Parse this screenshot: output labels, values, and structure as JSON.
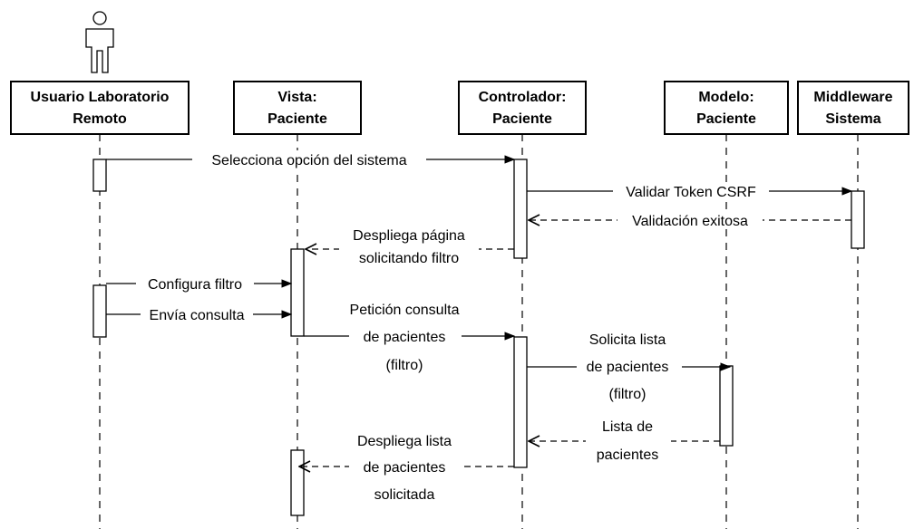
{
  "diagram": {
    "participants": [
      {
        "id": "usuario",
        "line1": "Usuario Laboratorio",
        "line2": "Remoto",
        "is_actor": true
      },
      {
        "id": "vista",
        "line1": "Vista:",
        "line2": "Paciente"
      },
      {
        "id": "controlador",
        "line1": "Controlador:",
        "line2": "Paciente"
      },
      {
        "id": "modelo",
        "line1": "Modelo:",
        "line2": "Paciente"
      },
      {
        "id": "middleware",
        "line1": "Middleware",
        "line2": "Sistema"
      }
    ],
    "messages": [
      {
        "id": "m1",
        "from": "usuario",
        "to": "controlador",
        "style": "solid",
        "lines": [
          "Selecciona opción del sistema"
        ]
      },
      {
        "id": "m2",
        "from": "controlador",
        "to": "middleware",
        "style": "solid",
        "lines": [
          "Validar Token CSRF"
        ]
      },
      {
        "id": "m3",
        "from": "middleware",
        "to": "controlador",
        "style": "dashed",
        "lines": [
          "Validación exitosa"
        ]
      },
      {
        "id": "m4",
        "from": "controlador",
        "to": "vista",
        "style": "dashed",
        "lines": [
          "Despliega página",
          "solicitando filtro"
        ]
      },
      {
        "id": "m5",
        "from": "usuario",
        "to": "vista",
        "style": "solid",
        "lines": [
          "Configura filtro"
        ]
      },
      {
        "id": "m6",
        "from": "usuario",
        "to": "vista",
        "style": "solid",
        "lines": [
          "Envía consulta"
        ]
      },
      {
        "id": "m7",
        "from": "vista",
        "to": "controlador",
        "style": "solid",
        "lines": [
          "Petición consulta",
          "de pacientes",
          "(filtro)"
        ]
      },
      {
        "id": "m8",
        "from": "controlador",
        "to": "modelo",
        "style": "solid",
        "lines": [
          "Solicita lista",
          "de pacientes",
          "(filtro)"
        ]
      },
      {
        "id": "m9",
        "from": "modelo",
        "to": "controlador",
        "style": "dashed",
        "lines": [
          "Lista de",
          "pacientes"
        ]
      },
      {
        "id": "m10",
        "from": "controlador",
        "to": "vista",
        "style": "dashed",
        "lines": [
          "Despliega lista",
          "de pacientes",
          "solicitada"
        ]
      }
    ]
  }
}
